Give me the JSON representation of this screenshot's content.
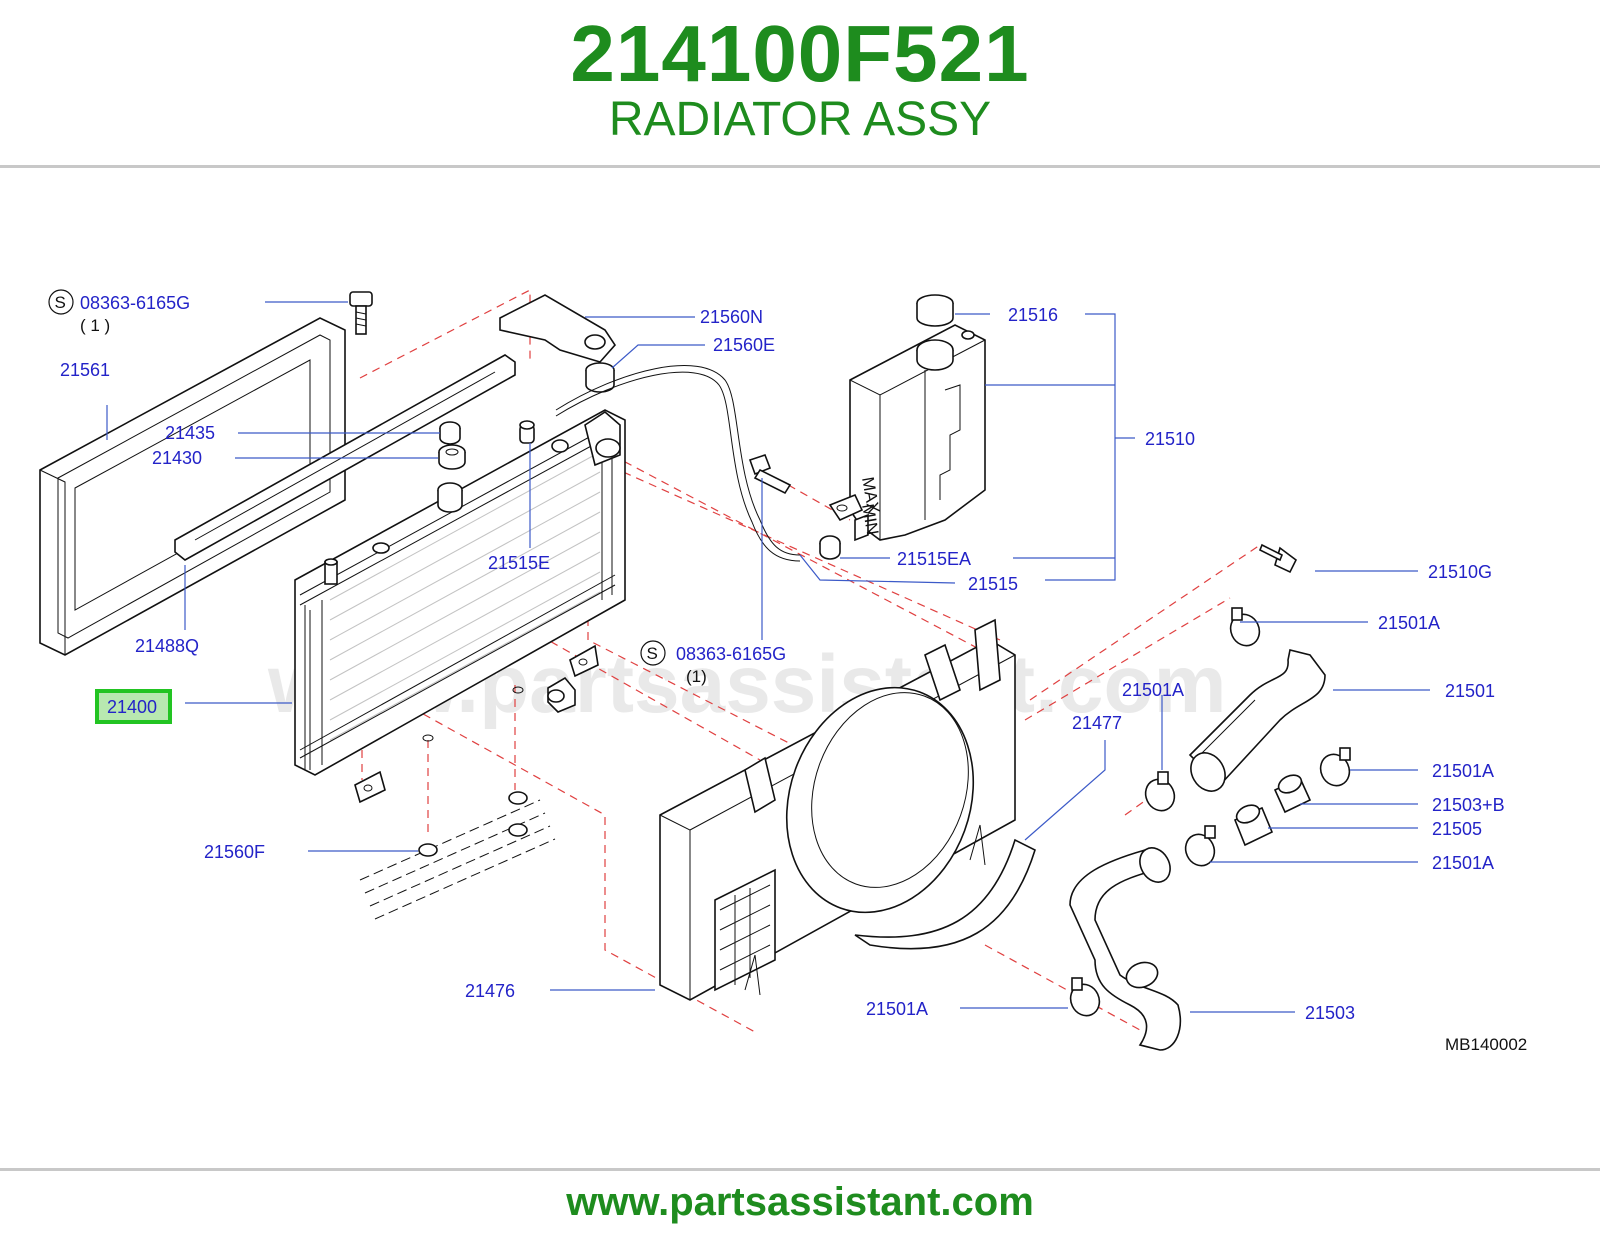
{
  "header": {
    "part_number": "214100F521",
    "part_name": "RADIATOR ASSY"
  },
  "footer": {
    "url": "www.partsassistant.com"
  },
  "watermark": "www.partsassistant.com",
  "diagram_code": "MB140002",
  "colors": {
    "brand_green": "#1e8c1e",
    "label_blue": "#2323c8",
    "highlight_green": "#22c422",
    "dashed_red": "#e04040"
  },
  "callouts": {
    "bolt_s_top": "S",
    "bolt_top": "08363-6165G",
    "bolt_top_qty": "(  1  )",
    "bolt_s_mid": "S",
    "bolt_mid": "08363-6165G",
    "bolt_mid_qty": "(1)",
    "c21561": "21561",
    "c21435": "21435",
    "c21430": "21430",
    "c21488Q": "21488Q",
    "c21400": "21400",
    "c21560F": "21560F",
    "c21560N": "21560N",
    "c21560E": "21560E",
    "c21515E": "21515E",
    "c21516": "21516",
    "c21510": "21510",
    "c21515EA": "21515EA",
    "c21515": "21515",
    "c21510G": "21510G",
    "c21501A_1": "21501A",
    "c21501": "21501",
    "c21501A_2": "21501A",
    "c21477": "21477",
    "c21501A_3": "21501A",
    "c21503B": "21503+B",
    "c21505": "21505",
    "c21501A_4": "21501A",
    "c21476": "21476",
    "c21501A_5": "21501A",
    "c21503": "21503"
  },
  "tank_marks": {
    "max": "MAX",
    "min": "MIN"
  }
}
